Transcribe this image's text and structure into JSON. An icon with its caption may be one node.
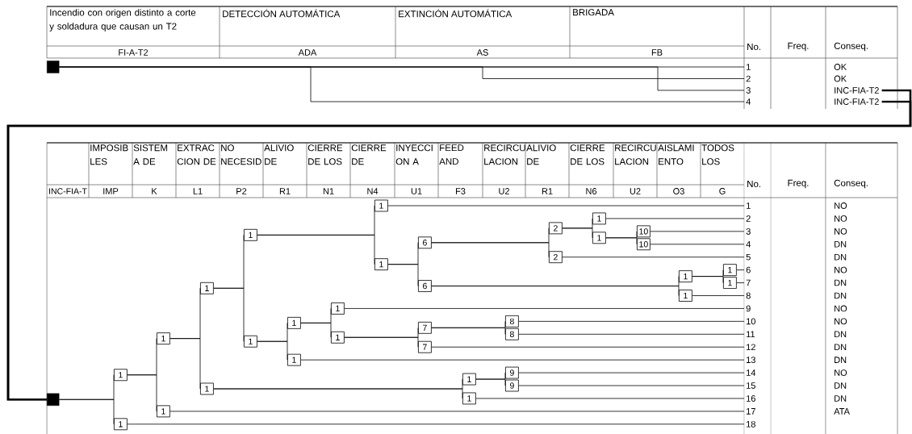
{
  "diagram": {
    "nodes": [
      {
        "text": [],
        "shape": "box"
      },
      {
        "text": [
          "1"
        ]
      },
      {
        "text": [
          "2"
        ]
      },
      {
        "text": [
          "3"
        ]
      },
      {
        "text": [
          "4"
        ]
      },
      {
        "text": [
          "INC-FIA-T2"
        ]
      },
      {
        "text": [
          "INC-FIA-T2"
        ]
      },
      {
        "text": [],
        "shape": "box"
      },
      {
        "text": [
          "1"
        ]
      },
      {
        "text": [
          "1"
        ]
      },
      {
        "text": [
          "1"
        ]
      },
      {
        "text": [
          "1"
        ]
      },
      {
        "text": [
          "1"
        ]
      },
      {
        "text": [
          "1"
        ]
      },
      {
        "text": [
          "1"
        ]
      },
      {
        "text": [
          "9"
        ]
      },
      {
        "text": [
          "9"
        ]
      },
      {
        "text": [
          "1"
        ]
      },
      {
        "text": [
          "1"
        ]
      },
      {
        "text": [
          "1"
        ]
      },
      {
        "text": [
          "1"
        ]
      },
      {
        "text": [
          "1"
        ]
      },
      {
        "text": [
          "6"
        ]
      },
      {
        "text": [
          "2"
        ]
      },
      {
        "text": [
          "1"
        ]
      },
      {
        "text": [
          "1"
        ]
      },
      {
        "text": [
          "10"
        ]
      },
      {
        "text": [
          "10"
        ]
      },
      {
        "text": [
          "2"
        ]
      },
      {
        "text": [
          "6"
        ]
      },
      {
        "text": [
          "1"
        ]
      },
      {
        "text": [
          "1"
        ]
      },
      {
        "text": [
          "1"
        ]
      },
      {
        "text": [
          "1"
        ]
      },
      {
        "text": [
          "1"
        ]
      },
      {
        "text": [
          "1"
        ]
      },
      {
        "text": [
          "1"
        ]
      },
      {
        "text": [
          "7"
        ]
      },
      {
        "text": [
          "8"
        ]
      },
      {
        "text": [
          "8"
        ]
      },
      {
        "text": [
          "7"
        ]
      },
      {
        "text": [
          "1"
        ]
      },
      {
        "text": [
          "1"
        ]
      },
      {
        "text": [
          "2"
        ]
      },
      {
        "text": [
          "3"
        ]
      },
      {
        "text": [
          "4"
        ]
      },
      {
        "text": [
          "5"
        ]
      },
      {
        "text": [
          "6"
        ]
      },
      {
        "text": [
          "7"
        ]
      },
      {
        "text": [
          "8"
        ]
      },
      {
        "text": [
          "9"
        ]
      },
      {
        "text": [
          "10"
        ]
      },
      {
        "text": [
          "11"
        ]
      },
      {
        "text": [
          "12"
        ]
      },
      {
        "text": [
          "13"
        ]
      },
      {
        "text": [
          "14"
        ]
      },
      {
        "text": [
          "15"
        ]
      },
      {
        "text": [
          "16"
        ]
      },
      {
        "text": [
          "17"
        ]
      },
      {
        "text": [
          "18"
        ]
      }
    ],
    "edges": [
      {
        "from": 0,
        "to": 1,
        "arrow": "none"
      },
      {
        "from": 0,
        "to": 2,
        "arrow": "none"
      },
      {
        "from": 0,
        "to": 3,
        "arrow": "none"
      },
      {
        "from": 0,
        "to": 4,
        "arrow": "none"
      },
      {
        "from": 5,
        "to": 7,
        "arrow": "none",
        "style": "thick"
      },
      {
        "from": 6,
        "to": 7,
        "arrow": "none",
        "style": "thick"
      },
      {
        "from": 7,
        "to": 8,
        "arrow": "none"
      },
      {
        "from": 7,
        "to": 9,
        "arrow": "none"
      },
      {
        "from": 8,
        "to": 10,
        "arrow": "none"
      },
      {
        "from": 8,
        "to": 11,
        "arrow": "none"
      },
      {
        "from": 10,
        "to": 12,
        "arrow": "none"
      },
      {
        "from": 10,
        "to": 13,
        "arrow": "none"
      },
      {
        "from": 12,
        "to": 18,
        "arrow": "none"
      },
      {
        "from": 12,
        "to": 19,
        "arrow": "none"
      },
      {
        "from": 18,
        "to": 20,
        "arrow": "none"
      },
      {
        "from": 18,
        "to": 21,
        "arrow": "none"
      },
      {
        "from": 21,
        "to": 22,
        "arrow": "none"
      },
      {
        "from": 21,
        "to": 29,
        "arrow": "none"
      },
      {
        "from": 22,
        "to": 23,
        "arrow": "none"
      },
      {
        "from": 22,
        "to": 28,
        "arrow": "none"
      },
      {
        "from": 23,
        "to": 24,
        "arrow": "none"
      },
      {
        "from": 23,
        "to": 25,
        "arrow": "none"
      },
      {
        "from": 25,
        "to": 26,
        "arrow": "none"
      },
      {
        "from": 25,
        "to": 27,
        "arrow": "none"
      },
      {
        "from": 29,
        "to": 30,
        "arrow": "none"
      },
      {
        "from": 29,
        "to": 33,
        "arrow": "none"
      },
      {
        "from": 30,
        "to": 31,
        "arrow": "none"
      },
      {
        "from": 30,
        "to": 32,
        "arrow": "none"
      },
      {
        "from": 19,
        "to": 34,
        "arrow": "none"
      },
      {
        "from": 19,
        "to": 41,
        "arrow": "none"
      },
      {
        "from": 34,
        "to": 35,
        "arrow": "none"
      },
      {
        "from": 34,
        "to": 36,
        "arrow": "none"
      },
      {
        "from": 36,
        "to": 37,
        "arrow": "none"
      },
      {
        "from": 36,
        "to": 40,
        "arrow": "none"
      },
      {
        "from": 37,
        "to": 38,
        "arrow": "none"
      },
      {
        "from": 37,
        "to": 39,
        "arrow": "none"
      },
      {
        "from": 13,
        "to": 14,
        "arrow": "none"
      },
      {
        "from": 13,
        "to": 17,
        "arrow": "none"
      },
      {
        "from": 14,
        "to": 15,
        "arrow": "none"
      },
      {
        "from": 14,
        "to": 16,
        "arrow": "none"
      },
      {
        "from": 20,
        "to": 42,
        "arrow": "none"
      },
      {
        "from": 24,
        "to": 43,
        "arrow": "none"
      },
      {
        "from": 26,
        "to": 44,
        "arrow": "none"
      },
      {
        "from": 27,
        "to": 45,
        "arrow": "none"
      },
      {
        "from": 28,
        "to": 46,
        "arrow": "none"
      },
      {
        "from": 31,
        "to": 47,
        "arrow": "none"
      },
      {
        "from": 32,
        "to": 48,
        "arrow": "none"
      },
      {
        "from": 33,
        "to": 49,
        "arrow": "none"
      },
      {
        "from": 35,
        "to": 50,
        "arrow": "none"
      },
      {
        "from": 38,
        "to": 51,
        "arrow": "none"
      },
      {
        "from": 39,
        "to": 52,
        "arrow": "none"
      },
      {
        "from": 40,
        "to": 53,
        "arrow": "none"
      },
      {
        "from": 41,
        "to": 54,
        "arrow": "none"
      },
      {
        "from": 15,
        "to": 55,
        "arrow": "none"
      },
      {
        "from": 16,
        "to": 56,
        "arrow": "none"
      },
      {
        "from": 17,
        "to": 57,
        "arrow": "none"
      },
      {
        "from": 11,
        "to": 58,
        "arrow": "none"
      },
      {
        "from": 9,
        "to": 59,
        "arrow": "none"
      }
    ],
    "labels": [
      "Incendio con origen distinto a corte y soldadura que causan un T2",
      "DETECCIÓN AUTOMÁTICA",
      "EXTINCIÓN AUTOMÁTICA",
      "BRIGADA",
      "No.",
      "Freq.",
      "Conseq.",
      "FI-A-T2",
      "ADA",
      "AS",
      "FB",
      "OK",
      "OK",
      "IMPOSIB LES",
      "SISTEM A DE",
      "EXTRAC CION DE",
      "NO NECESID",
      "ALIVIO DE",
      "CIERRE DE LOS",
      "CIERRE DE",
      "INYECCI ON A",
      "FEED AND",
      "RECIRCU LACION",
      "ALIVIO DE",
      "CIERRE DE LOS",
      "RECIRCU LACION",
      "AISLAMI ENTO",
      "TODOS LOS",
      "No.",
      "Freq.",
      "Conseq.",
      "INC-FIA-T",
      "IMP",
      "K",
      "L1",
      "P2",
      "R1",
      "N1",
      "N4",
      "U1",
      "F3",
      "U2",
      "R1",
      "N6",
      "U2",
      "O3",
      "G",
      "NO",
      "NO",
      "NO",
      "DN",
      "DN",
      "NO",
      "DN",
      "DN",
      "NO",
      "NO",
      "DN",
      "DN",
      "DN",
      "NO",
      "DN",
      "DN",
      "ATA"
    ]
  }
}
